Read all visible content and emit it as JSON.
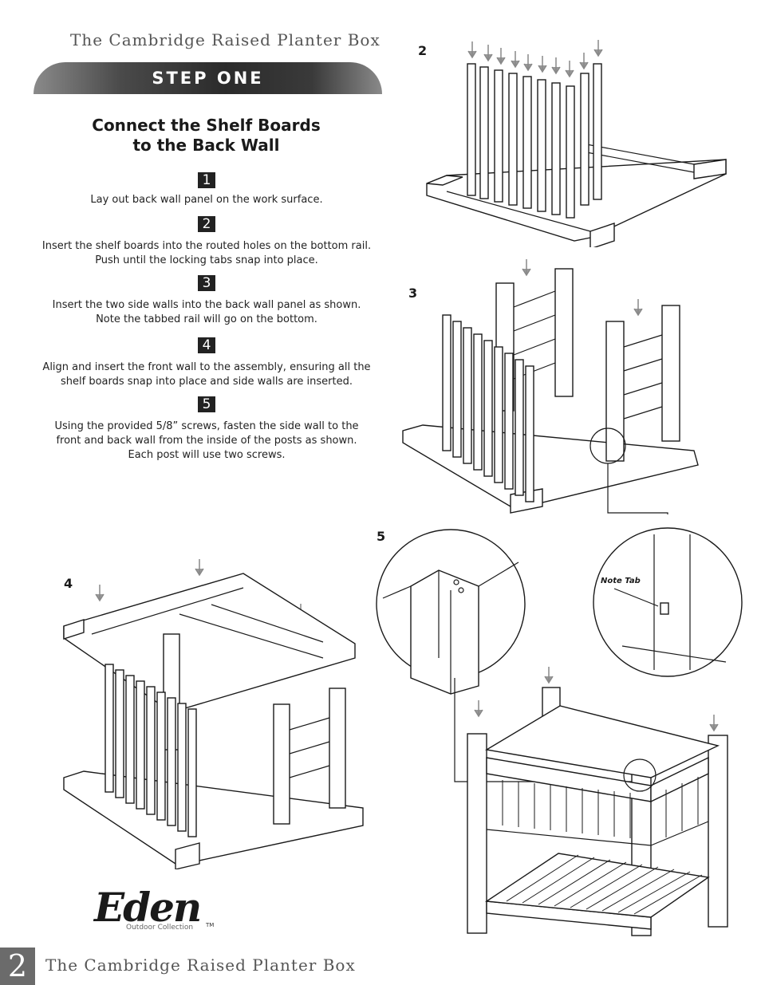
{
  "header": {
    "title": "The Cambridge Raised Planter Box"
  },
  "banner": {
    "label": "STEP ONE"
  },
  "section": {
    "heading_line1": "Connect the Shelf Boards",
    "heading_line2": "to the Back Wall"
  },
  "steps": [
    {
      "num": "1",
      "text": "Lay out back wall panel on the work surface."
    },
    {
      "num": "2",
      "line1": "Insert the shelf boards into the routed holes on the bottom rail.",
      "line2": "Push until the locking tabs snap into place."
    },
    {
      "num": "3",
      "line1": "Insert the two side walls into the back wall panel as shown.",
      "line2": "Note the tabbed rail will go on the bottom."
    },
    {
      "num": "4",
      "line1": "Align and insert the front wall to the assembly, ensuring all the",
      "line2": "shelf boards snap into place and side walls are inserted."
    },
    {
      "num": "5",
      "line1": "Using the provided 5/8” screws, fasten the side wall to the",
      "line2": "front and back wall from the inside of the posts as shown.",
      "line3": "Each post will use two screws."
    }
  ],
  "figures": {
    "fig2": "2",
    "fig3": "3",
    "fig4": "4",
    "fig5": "5",
    "note_tab": "Note Tab"
  },
  "logo": {
    "brand": "Eden",
    "sub": "Outdoor Collection",
    "tm": "TM"
  },
  "footer": {
    "page_number": "2",
    "title": "The Cambridge Raised Planter Box"
  }
}
